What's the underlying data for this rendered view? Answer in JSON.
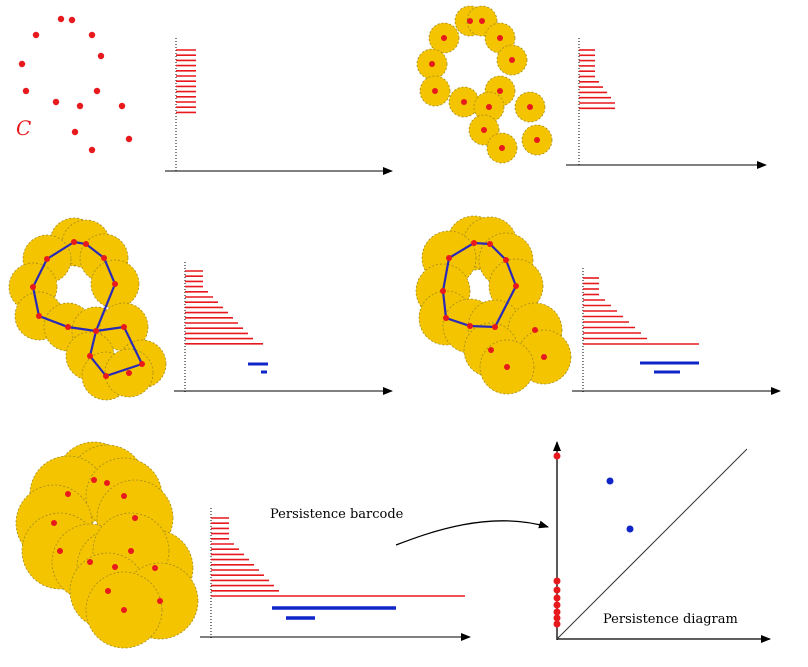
{
  "labels": {
    "point_cloud": "C",
    "barcode_title": "Persistence barcode",
    "diagram_title": "Persistence diagram"
  },
  "colors": {
    "point": "#e8191c",
    "ball_fill": "#f5c400",
    "ball_edge": "#a08a20",
    "h0_bar": "#e8191c",
    "h1_bar": "#1025c8",
    "edge": "#2a2ab8",
    "axis": "#000000"
  },
  "stages": [
    {
      "id": "stage-1",
      "radius_level": 0,
      "h0_bars": 13,
      "h1_bars": 0
    },
    {
      "id": "stage-2",
      "radius_level": 1,
      "h0_bars": 12,
      "h1_bars": 0
    },
    {
      "id": "stage-3",
      "radius_level": 2,
      "h0_bars": 15,
      "h1_bars": 2
    },
    {
      "id": "stage-4",
      "radius_level": 3,
      "h0_bars": 13,
      "h1_bars": 2
    },
    {
      "id": "stage-5",
      "radius_level": 4,
      "h0_bars": 16,
      "h1_bars": 2
    }
  ],
  "diagram": {
    "h0_points": 8,
    "h1_points": 2
  }
}
